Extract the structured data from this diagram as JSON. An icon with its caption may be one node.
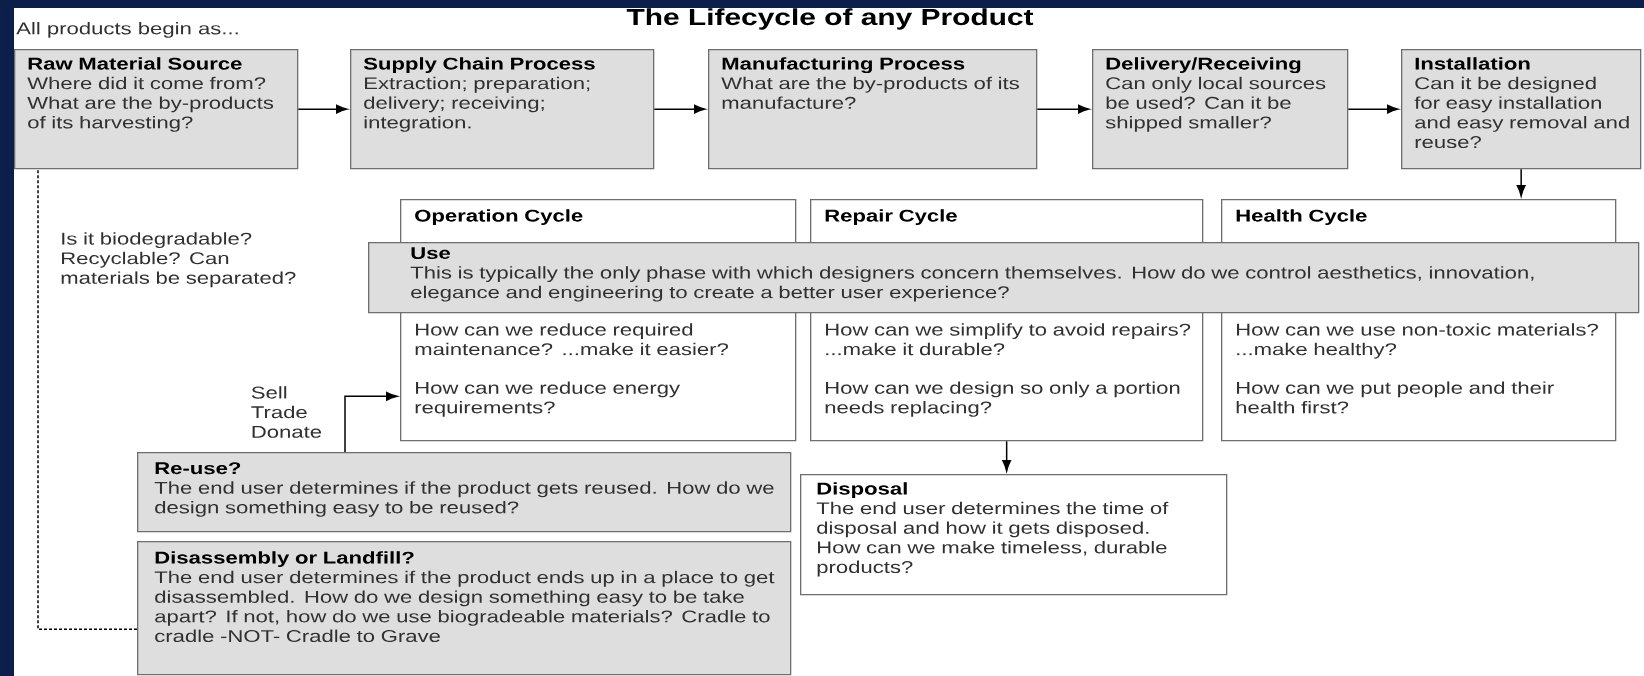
{
  "diagram": {
    "title": "The Lifecycle of any Product",
    "nodes": [
      {
        "text": [
          "Raw Material Source",
          "Where did it come from? What are the by-products of its harvesting?"
        ],
        "beside": [
          "All products begin as..."
        ]
      },
      {
        "text": [
          "Supply Chain Process",
          "Extraction; preparation; delivery; receiving; integration."
        ]
      },
      {
        "text": [
          "Manufacturing Process",
          "What are the by-products of its manufacture?"
        ]
      },
      {
        "text": [
          "Delivery/Receiving",
          "Can only local sources be used? Can it be shipped smaller?"
        ]
      },
      {
        "text": [
          "Installation",
          "Can it be designed for easy installation and easy removal and reuse?"
        ]
      },
      {
        "text": [
          "Operation Cycle",
          "How can we reduce required maintenance? ...make it easier?",
          "How can we reduce energy requirements?"
        ]
      },
      {
        "text": [
          "Repair Cycle",
          "How can we simplify to avoid repairs? ...make it durable?",
          "How can we design so only a portion needs replacing?"
        ]
      },
      {
        "text": [
          "Health Cycle",
          "How can we use non-toxic materials? ...make healthy?",
          "How can we put people and their health first?"
        ]
      },
      {
        "text": [
          "Use",
          "This is typically the only phase with which designers concern themselves. How do we control aesthetics, innovation, elegance and engineering to create a better user experience?"
        ]
      },
      {
        "text": [
          "Re-use?",
          "The end user determines if the product gets reused. How do we design something easy to be reused?"
        ]
      },
      {
        "text": [
          "Disposal",
          "The end user determines the time of disposal and how it gets disposed. How can we make timeless, durable products?"
        ]
      },
      {
        "text": [
          "Disassembly or Landfill?",
          "The end user determines if the product ends up in a place to get disassembled. How do we design something easy to be take apart? If not, how do we use biogradeable materials? Cradle to cradle -NOT- Cradle to Grave"
        ]
      }
    ],
    "edges": [
      {
        "from": 0,
        "to": 1,
        "arrow": "to"
      },
      {
        "from": 1,
        "to": 2,
        "arrow": "to"
      },
      {
        "from": 2,
        "to": 3,
        "arrow": "to"
      },
      {
        "from": 3,
        "to": 4,
        "arrow": "to"
      },
      {
        "from": 4,
        "to": 7,
        "arrow": "to"
      },
      {
        "from": 6,
        "to": 10,
        "arrow": "to"
      },
      {
        "from": 9,
        "to": 5,
        "arrow": "to",
        "label": "Sell Trade Donate"
      },
      {
        "from": 11,
        "to": 0,
        "arrow": "none",
        "style": "dashed"
      }
    ],
    "labels": [
      "Is it biodegradable? Recyclable? Can materials be separated?"
    ]
  }
}
